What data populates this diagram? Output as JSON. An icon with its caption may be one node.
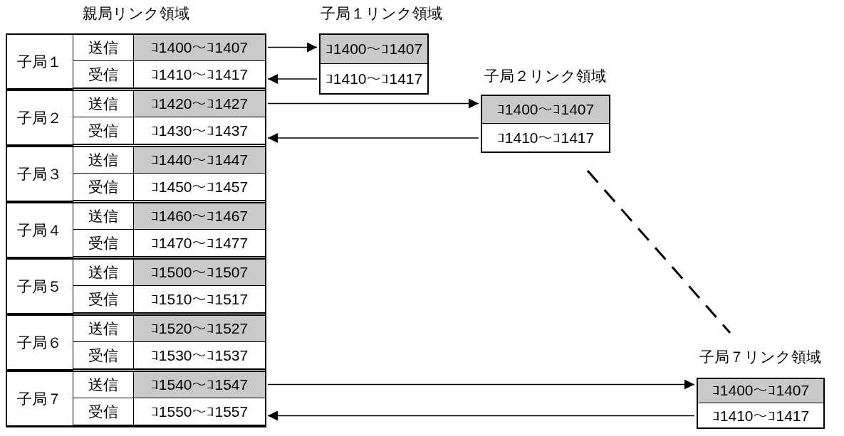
{
  "diagram": {
    "nodes": [
      {
        "text": [
          "親局リンク領域"
        ]
      },
      {
        "text": [
          "子局１"
        ],
        "in": 0
      },
      {
        "text": [
          "送信"
        ],
        "in": 0
      },
      {
        "text": [
          "ｺ1400～ｺ1407"
        ],
        "in": 0
      },
      {
        "text": [
          "受信"
        ],
        "in": 0
      },
      {
        "text": [
          "ｺ1410～ｺ1417"
        ],
        "in": 0
      },
      {
        "text": [
          "子局２"
        ],
        "in": 0
      },
      {
        "text": [
          "送信"
        ],
        "in": 0
      },
      {
        "text": [
          "ｺ1420～ｺ1427"
        ],
        "in": 0
      },
      {
        "text": [
          "受信"
        ],
        "in": 0
      },
      {
        "text": [
          "ｺ1430～ｺ1437"
        ],
        "in": 0
      },
      {
        "text": [
          "子局３"
        ],
        "in": 0
      },
      {
        "text": [
          "送信"
        ],
        "in": 0
      },
      {
        "text": [
          "ｺ1440～ｺ1447"
        ],
        "in": 0
      },
      {
        "text": [
          "受信"
        ],
        "in": 0
      },
      {
        "text": [
          "ｺ1450～ｺ1457"
        ],
        "in": 0
      },
      {
        "text": [
          "子局４"
        ],
        "in": 0
      },
      {
        "text": [
          "送信"
        ],
        "in": 0
      },
      {
        "text": [
          "ｺ1460～ｺ1467"
        ],
        "in": 0
      },
      {
        "text": [
          "受信"
        ],
        "in": 0
      },
      {
        "text": [
          "ｺ1470～ｺ1477"
        ],
        "in": 0
      },
      {
        "text": [
          "子局５"
        ],
        "in": 0
      },
      {
        "text": [
          "送信"
        ],
        "in": 0
      },
      {
        "text": [
          "ｺ1500～ｺ1507"
        ],
        "in": 0
      },
      {
        "text": [
          "受信"
        ],
        "in": 0
      },
      {
        "text": [
          "ｺ1510～ｺ1517"
        ],
        "in": 0
      },
      {
        "text": [
          "子局６"
        ],
        "in": 0
      },
      {
        "text": [
          "送信"
        ],
        "in": 0
      },
      {
        "text": [
          "ｺ1520～ｺ1527"
        ],
        "in": 0
      },
      {
        "text": [
          "受信"
        ],
        "in": 0
      },
      {
        "text": [
          "ｺ1530～ｺ1537"
        ],
        "in": 0
      },
      {
        "text": [
          "子局７"
        ],
        "in": 0
      },
      {
        "text": [
          "送信"
        ],
        "in": 0
      },
      {
        "text": [
          "ｺ1540～ｺ1547"
        ],
        "in": 0
      },
      {
        "text": [
          "受信"
        ],
        "in": 0
      },
      {
        "text": [
          "ｺ1550～ｺ1557"
        ],
        "in": 0
      },
      {
        "text": [
          "子局１リンク領域"
        ]
      },
      {
        "text": [
          "ｺ1400～ｺ1407"
        ],
        "in": 36
      },
      {
        "text": [
          "ｺ1410～ｺ1417"
        ],
        "in": 36
      },
      {
        "text": [
          "子局２リンク領域"
        ]
      },
      {
        "text": [
          "ｺ1400～ｺ1407"
        ],
        "in": 39
      },
      {
        "text": [
          "ｺ1410～ｺ1417"
        ],
        "in": 39
      },
      {
        "text": [
          "子局７リンク領域"
        ]
      },
      {
        "text": [
          "ｺ1400～ｺ1407"
        ],
        "in": 42
      },
      {
        "text": [
          "ｺ1410～ｺ1417"
        ],
        "in": 42
      }
    ],
    "edges": [
      {
        "from": 3,
        "to": 37,
        "arrow": "to"
      },
      {
        "from": 38,
        "to": 5,
        "arrow": "to"
      },
      {
        "from": 8,
        "to": 40,
        "arrow": "to"
      },
      {
        "from": 41,
        "to": 10,
        "arrow": "to"
      },
      {
        "from": 33,
        "to": 43,
        "arrow": "to"
      },
      {
        "from": 44,
        "to": 35,
        "arrow": "to"
      }
    ]
  }
}
